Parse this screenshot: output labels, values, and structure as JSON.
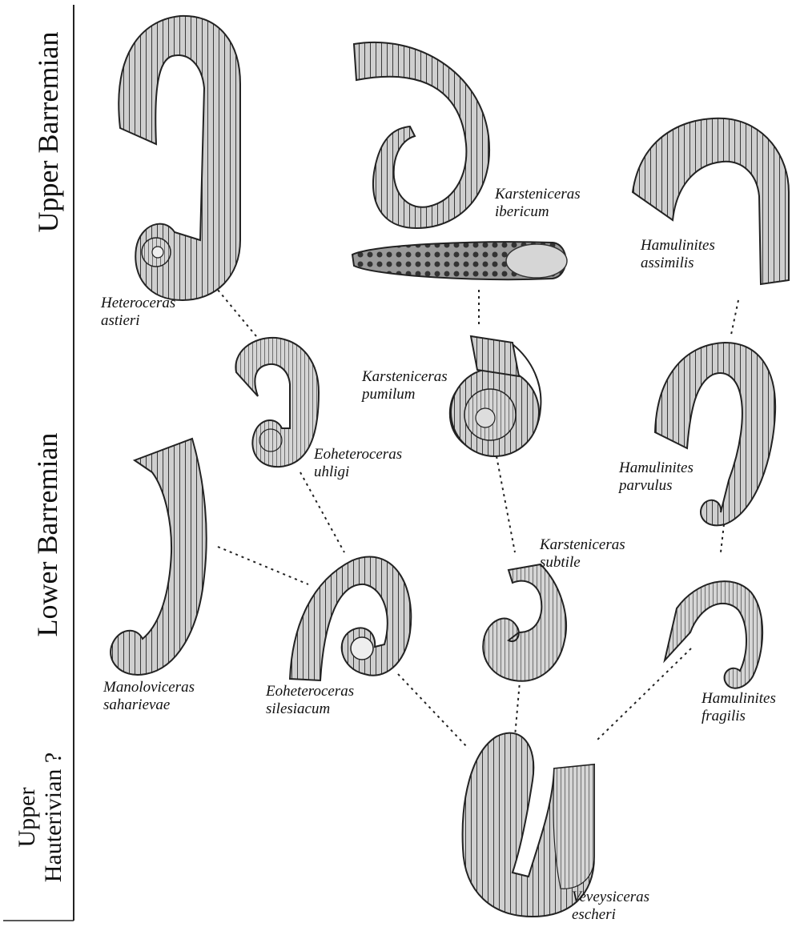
{
  "stages": {
    "upper_barremian": "Upper Barremian",
    "lower_barremian": "Lower Barremian",
    "upper_hauterivian_line1": "Upper",
    "upper_hauterivian_line2": "Hauterivian ?"
  },
  "species": {
    "heteroceras_astieri": {
      "genus": "Heteroceras",
      "epithet": "astieri"
    },
    "karsteniceras_ibericum": {
      "genus": "Karsteniceras",
      "epithet": "ibericum"
    },
    "hamulinites_assimilis": {
      "genus": "Hamulinites",
      "epithet": "assimilis"
    },
    "eoheteroceras_uhligi": {
      "genus": "Eoheteroceras",
      "epithet": "uhligi"
    },
    "karsteniceras_pumilum": {
      "genus": "Karsteniceras",
      "epithet": "pumilum"
    },
    "hamulinites_parvulus": {
      "genus": "Hamulinites",
      "epithet": "parvulus"
    },
    "karsteniceras_subtile": {
      "genus": "Karsteniceras",
      "epithet": "subtile"
    },
    "manoloviceras_saharievae": {
      "genus": "Manoloviceras",
      "epithet": "saharievae"
    },
    "eoheteroceras_silesiacum": {
      "genus": "Eoheteroceras",
      "epithet": "silesiacum"
    },
    "hamulinites_fragilis": {
      "genus": "Hamulinites",
      "epithet": "fragilis"
    },
    "veveysiceras_escheri": {
      "genus": "Veveysiceras",
      "epithet": "escheri"
    }
  },
  "colors": {
    "ink": "#111111",
    "shell_light": "#d9d9d9",
    "shell_dark": "#555555"
  }
}
